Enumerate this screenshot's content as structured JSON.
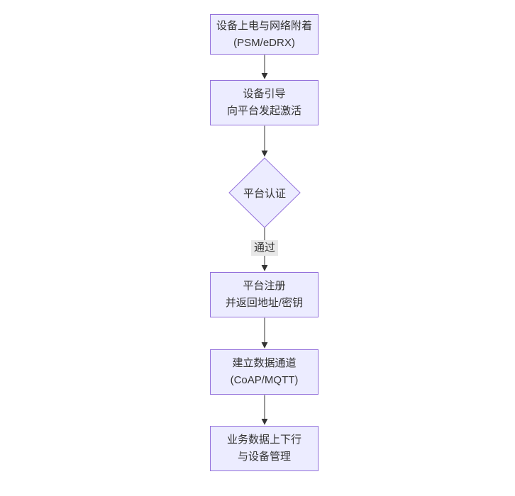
{
  "theme": {
    "background": "#ffffff",
    "node_fill": "#ececff",
    "node_border": "#9370db",
    "arrow_color": "#333333",
    "edge_label_background": "#e8e8e8",
    "text_color": "#333333"
  },
  "nodes": {
    "power_attach": {
      "line1": "设备上电与网络附着",
      "line2": "(PSM/eDRX)"
    },
    "bootstrap": {
      "line1": "设备引导",
      "line2": "向平台发起激活"
    },
    "platform_auth": {
      "label": "平台认证"
    },
    "register": {
      "line1": "平台注册",
      "line2": "并返回地址/密钥"
    },
    "data_channel": {
      "line1": "建立数据通道",
      "line2": "(CoAP/MQTT)"
    },
    "business": {
      "line1": "业务数据上下行",
      "line2": "与设备管理"
    }
  },
  "edges": {
    "pass_label": "通过"
  }
}
